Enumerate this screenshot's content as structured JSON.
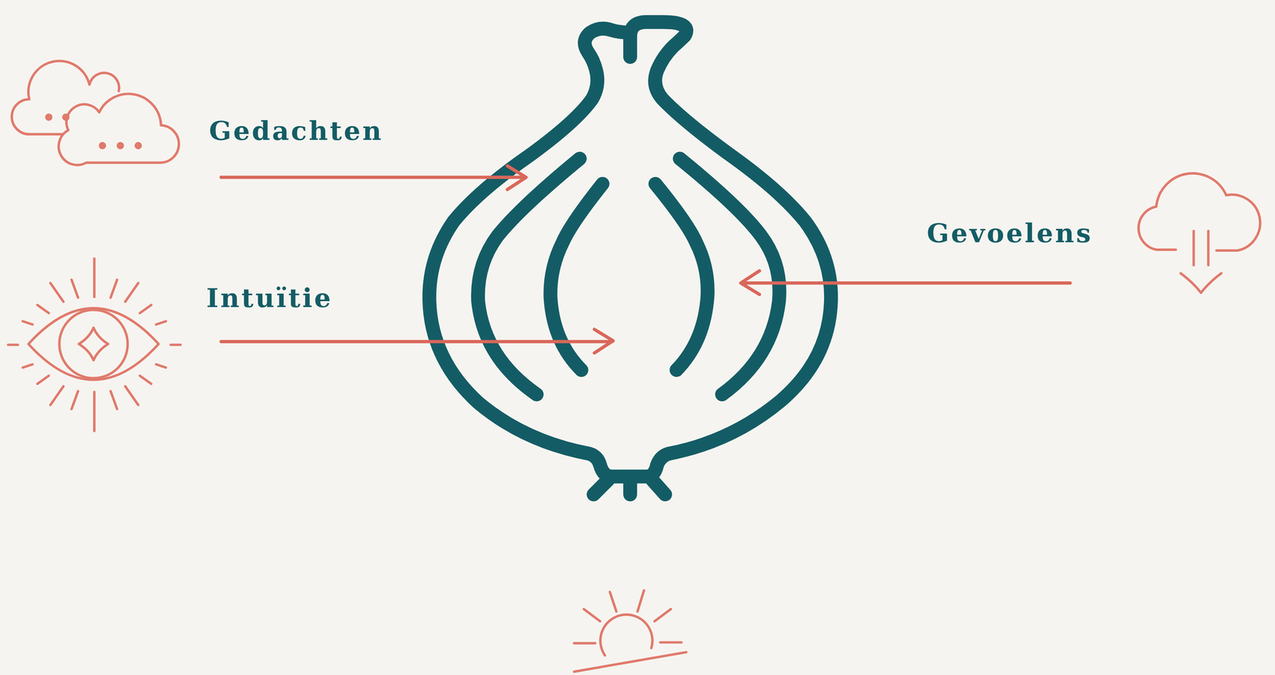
{
  "diagram": {
    "labels": [
      "Gedachten",
      "Intuïtie",
      "Gevoelens"
    ]
  }
}
